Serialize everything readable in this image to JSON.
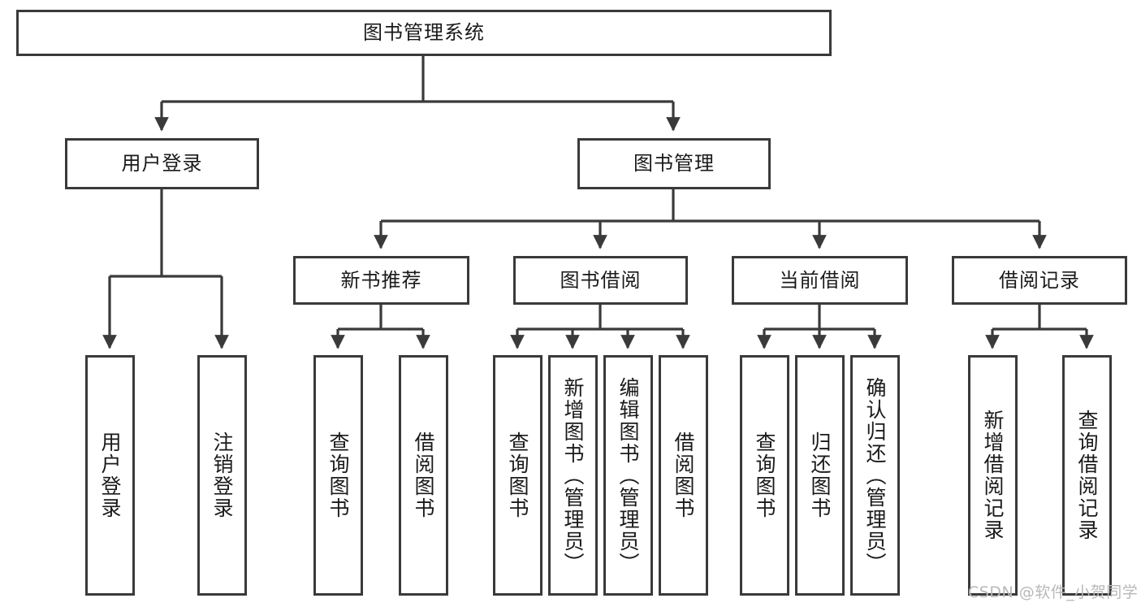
{
  "diagram": {
    "type": "tree-hierarchy",
    "title": "图书管理系统",
    "orientation": "top-down",
    "style": {
      "box_border_color": "#3a3a3a",
      "box_fill_color": "#ffffff",
      "connector_color": "#3a3a3a",
      "text_color": "#1a1a1a",
      "background": "#ffffff"
    },
    "levels": {
      "root": "图书管理系统",
      "level2": [
        "用户登录",
        "图书管理"
      ],
      "level3": [
        "新书推荐",
        "图书借阅",
        "当前借阅",
        "借阅记录"
      ]
    },
    "nodes": {
      "root": {
        "label": "图书管理系统"
      },
      "user_login": {
        "label": "用户登录"
      },
      "book_manage": {
        "label": "图书管理"
      },
      "new_book_rec": {
        "label": "新书推荐"
      },
      "book_borrow": {
        "label": "图书借阅"
      },
      "current_borrow": {
        "label": "当前借阅"
      },
      "borrow_record": {
        "label": "借阅记录"
      }
    },
    "leaves": {
      "user_login": [
        {
          "label": "用户登录"
        },
        {
          "label": "注销登录"
        }
      ],
      "new_book_rec": [
        {
          "label": "查询图书"
        },
        {
          "label": "借阅图书"
        }
      ],
      "book_borrow": [
        {
          "label": "查询图书"
        },
        {
          "label": "新增图书（管理员）"
        },
        {
          "label": "编辑图书（管理员）"
        },
        {
          "label": "借阅图书"
        }
      ],
      "current_borrow": [
        {
          "label": "查询图书"
        },
        {
          "label": "归还图书"
        },
        {
          "label": "确认归还（管理员）"
        }
      ],
      "borrow_record": [
        {
          "label": "新增借阅记录"
        },
        {
          "label": "查询借阅记录"
        }
      ]
    }
  },
  "watermark": {
    "text": "CSDN @软件_小贺同学"
  }
}
